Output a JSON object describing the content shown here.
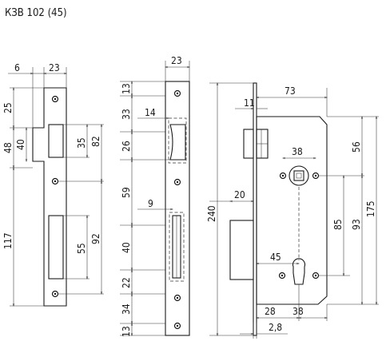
{
  "title": "КЗВ 102 (45)",
  "dimensions": {
    "front_view": {
      "top_offset": "6",
      "width": "23",
      "top_to_latch": "25",
      "latch_cut_outer": "48",
      "latch_cut_inner": "40",
      "latch_height": "35",
      "latch_to_hole": "82",
      "bottom_section": "117",
      "bolt_height": "55",
      "bolt_span": "92"
    },
    "side_view": {
      "width": "23",
      "latch_offset": "14",
      "bolt_width": "9",
      "segments": [
        "13",
        "33",
        "26",
        "59",
        "40",
        "22",
        "34",
        "13"
      ]
    },
    "body_view": {
      "backset": "73",
      "faceplate": "11",
      "follower_width": "38",
      "bolt_throw": "20",
      "total_height": "240",
      "cam_offset": "56",
      "spindle_to_cylinder": "85",
      "cylinder_to_bottom": "93",
      "body_height": "175",
      "cylinder_backset": "45",
      "bottom_left": "28",
      "bottom_right": "38",
      "faceplate_thickness": "2,8"
    }
  }
}
